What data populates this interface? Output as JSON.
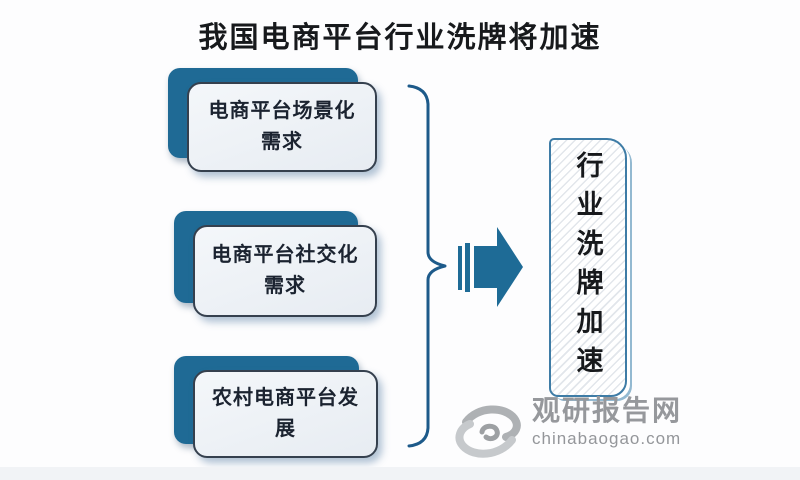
{
  "title": "我国电商平台行业洗牌将加速",
  "diagram": {
    "factors": [
      "电商平台场景化需求",
      "电商平台社交化需求",
      "农村电商平台发展"
    ],
    "result": "行业洗牌加速"
  },
  "watermark": {
    "site_name": "观研报告网",
    "site_url": "chinabaogao.com",
    "logo_icon": "swirl-logo-icon"
  },
  "colors": {
    "accent_teal": "#1f6a95",
    "brace_blue": "#1d5a8a",
    "arrow_teal": "#1e6b96",
    "result_border_blue": "#3e7ca6",
    "box_border_dark": "#35404e",
    "box_fill_light": "#edf1f6",
    "hatch_line": "#e2e6eb",
    "watermark_gray": "#96989c",
    "title_color": "#17191c"
  }
}
